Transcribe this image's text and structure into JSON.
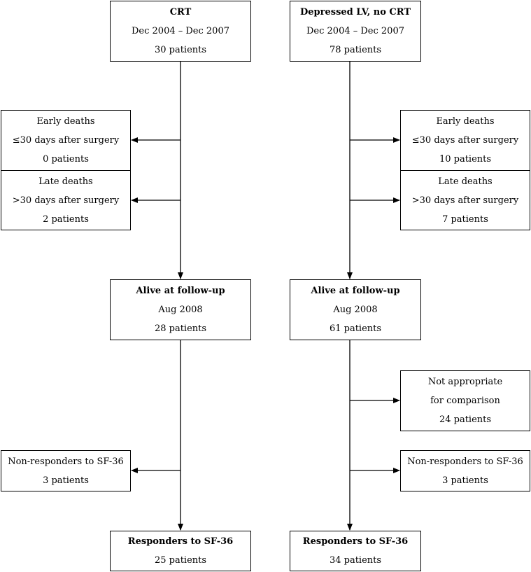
{
  "left": {
    "header": {
      "title": "CRT",
      "period": "Dec 2004 – Dec 2007",
      "count": "30 patients"
    },
    "early_deaths": {
      "label": "Early deaths",
      "criterion": "≤30 days after surgery",
      "count": "0 patients"
    },
    "late_deaths": {
      "label": "Late deaths",
      "criterion": ">30 days after surgery",
      "count": "2 patients"
    },
    "alive": {
      "title": "Alive at follow-up",
      "date": "Aug 2008",
      "count": "28 patients"
    },
    "nonresponders": {
      "label": "Non-responders to SF-36",
      "count": "3 patients"
    },
    "responders": {
      "title": "Responders to SF-36",
      "count": "25 patients"
    }
  },
  "right": {
    "header": {
      "title": "Depressed LV, no CRT",
      "period": "Dec 2004 – Dec 2007",
      "count": "78 patients"
    },
    "early_deaths": {
      "label": "Early deaths",
      "criterion": "≤30 days after surgery",
      "count": "10 patients"
    },
    "late_deaths": {
      "label": "Late deaths",
      "criterion": ">30 days after surgery",
      "count": "7 patients"
    },
    "alive": {
      "title": "Alive at follow-up",
      "date": "Aug 2008",
      "count": "61 patients"
    },
    "not_appropriate": {
      "line1": "Not appropriate",
      "line2": "for comparison",
      "count": "24 patients"
    },
    "nonresponders": {
      "label": "Non-responders to SF-36",
      "count": "3 patients"
    },
    "responders": {
      "title": "Responders to SF-36",
      "count": "34 patients"
    }
  }
}
